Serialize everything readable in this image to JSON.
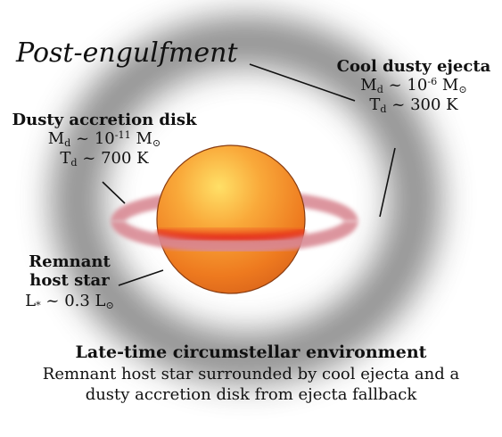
{
  "title": "Post-engulfment",
  "ejecta": {
    "heading": "Cool dusty ejecta",
    "mass": {
      "sym": "M",
      "sub": "d",
      "approx": " ~ 10",
      "exp": "-6",
      "unit": " M",
      "unit_sym": "⊙"
    },
    "temp": {
      "sym": "T",
      "sub": "d",
      "rest": " ~ 300 K"
    }
  },
  "disk": {
    "heading": "Dusty accretion disk",
    "mass": {
      "sym": "M",
      "sub": "d",
      "approx": " ~ 10",
      "exp": "-11",
      "unit": " M",
      "unit_sym": "⊙"
    },
    "temp": {
      "sym": "T",
      "sub": "d",
      "rest": " ~ 700 K"
    }
  },
  "star": {
    "heading_line1": "Remnant",
    "heading_line2": "host star",
    "lum": {
      "sym": "L",
      "sub": "*",
      "rest": " ~ 0.3 L",
      "unit_sym": "⊙"
    }
  },
  "caption": {
    "title": "Late-time circumstellar environment",
    "line1": "Remnant host star surrounded by cool ejecta and a",
    "line2": "dusty accretion disk from ejecta fallback"
  },
  "colors": {
    "ejecta_gray": "#8c8c8c",
    "disk_pink": "#d98a94",
    "star_orange": "#f07a1e",
    "star_highlight": "#ffd35a",
    "star_band": "#e8311c"
  }
}
